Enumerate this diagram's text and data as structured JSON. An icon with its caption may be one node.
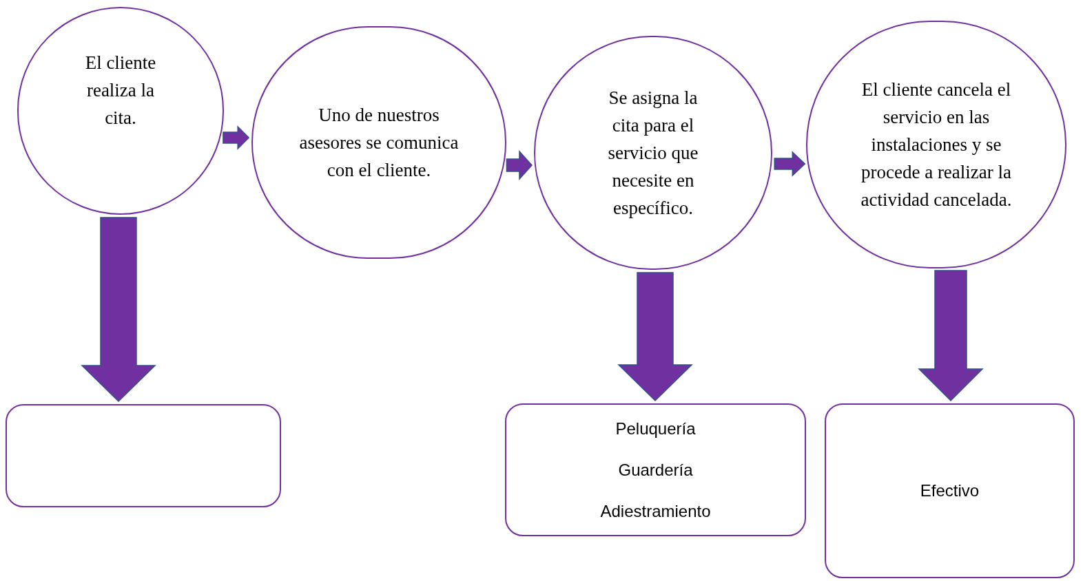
{
  "diagram": {
    "nodes": [
      {
        "text": [
          "El cliente realiza la cita."
        ]
      },
      {
        "text": [
          "Uno de nuestros asesores se comunica con el cliente."
        ]
      },
      {
        "text": [
          "Se asigna la cita para el servicio que necesite en específico."
        ]
      },
      {
        "text": [
          "El cliente cancela el servicio en las instalaciones y se procede a realizar la actividad cancelada."
        ]
      },
      {
        "text": [],
        "shape": "box"
      },
      {
        "text": [
          "Peluquería",
          "Guardería",
          "Adiestramiento"
        ]
      },
      {
        "text": [
          "Efectivo"
        ]
      }
    ],
    "edges": [
      {
        "from": 0,
        "to": 1,
        "arrow": "to"
      },
      {
        "from": 1,
        "to": 2,
        "arrow": "to"
      },
      {
        "from": 2,
        "to": 3,
        "arrow": "to"
      },
      {
        "from": 0,
        "to": 4,
        "arrow": "to"
      },
      {
        "from": 2,
        "to": 5,
        "arrow": "to"
      },
      {
        "from": 3,
        "to": 6,
        "arrow": "to"
      }
    ]
  }
}
